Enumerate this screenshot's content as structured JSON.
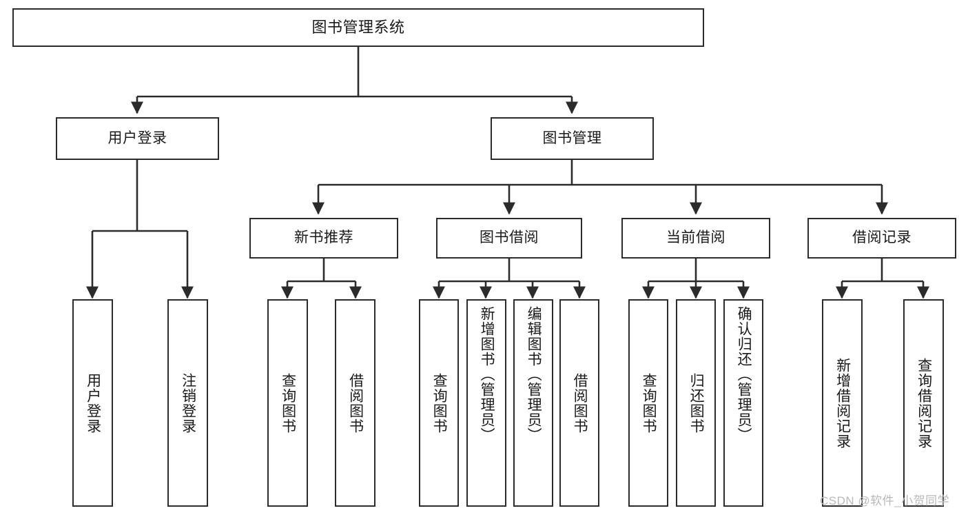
{
  "diagram": {
    "type": "tree-hierarchy",
    "title": "图书管理系统",
    "orientation": "top-down",
    "colors": {
      "stroke": "#2b2b2b",
      "fill": "#ffffff",
      "text": "#1a1a1a",
      "watermark": "#b9b9b9"
    },
    "watermark": "CSDN @软件_小贺同学",
    "nodes": {
      "root": {
        "label": "图书管理系统"
      },
      "level2": [
        {
          "id": "user-login",
          "label": "用户登录"
        },
        {
          "id": "book-manage",
          "label": "图书管理"
        }
      ],
      "level3": [
        {
          "id": "new-book-rec",
          "label": "新书推荐"
        },
        {
          "id": "book-borrow",
          "label": "图书借阅"
        },
        {
          "id": "current-borrow",
          "label": "当前借阅"
        },
        {
          "id": "borrow-record",
          "label": "借阅记录"
        }
      ],
      "leaves": {
        "user-login": [
          {
            "id": "leaf-user-login",
            "label": "用户登录"
          },
          {
            "id": "leaf-user-logout",
            "label": "注销登录"
          }
        ],
        "new-book-rec": [
          {
            "id": "leaf-query-book-1",
            "label": "查询图书"
          },
          {
            "id": "leaf-borrow-book-1",
            "label": "借阅图书"
          }
        ],
        "book-borrow": [
          {
            "id": "leaf-query-book-2",
            "label": "查询图书"
          },
          {
            "id": "leaf-add-book",
            "label": "新增图书（管理员）"
          },
          {
            "id": "leaf-edit-book",
            "label": "编辑图书（管理员）"
          },
          {
            "id": "leaf-borrow-book-2",
            "label": "借阅图书"
          }
        ],
        "current-borrow": [
          {
            "id": "leaf-query-book-3",
            "label": "查询图书"
          },
          {
            "id": "leaf-return-book",
            "label": "归还图书"
          },
          {
            "id": "leaf-confirm-return",
            "label": "确认归还（管理员）"
          }
        ],
        "borrow-record": [
          {
            "id": "leaf-add-record",
            "label": "新增借阅记录"
          },
          {
            "id": "leaf-query-record",
            "label": "查询借阅记录"
          }
        ]
      }
    }
  }
}
